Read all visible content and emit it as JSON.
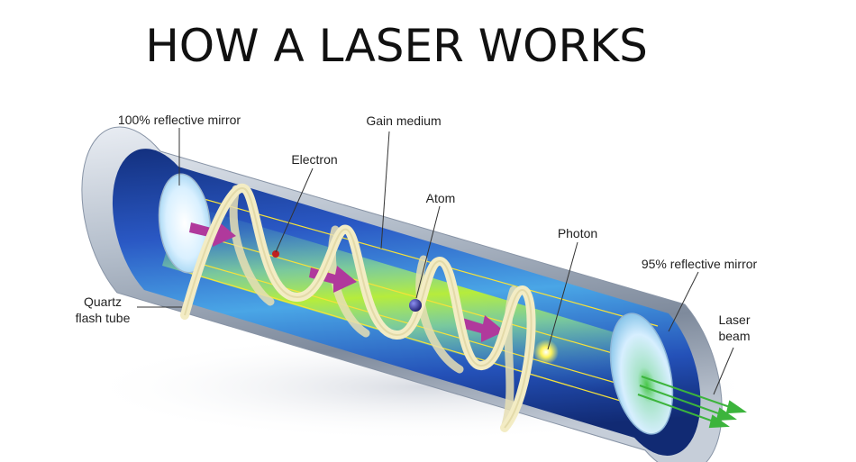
{
  "title": "HOW A LASER WORKS",
  "labels": {
    "mirror_100": "100% reflective mirror",
    "gain_medium": "Gain medium",
    "electron": "Electron",
    "atom": "Atom",
    "photon": "Photon",
    "mirror_95": "95% reflective mirror",
    "flash_tube_line1": "Quartz",
    "flash_tube_line2": "flash tube",
    "laser_beam_line1": "Laser",
    "laser_beam_line2": "beam"
  },
  "colors": {
    "tube_outer": "#9aa6b8",
    "tube_blue": "#1f3f9e",
    "gain_green": "#8fd63a",
    "arrow_magenta": "#b0399c",
    "beam_green": "#3cb43c",
    "coil": "#f3ecc4"
  }
}
